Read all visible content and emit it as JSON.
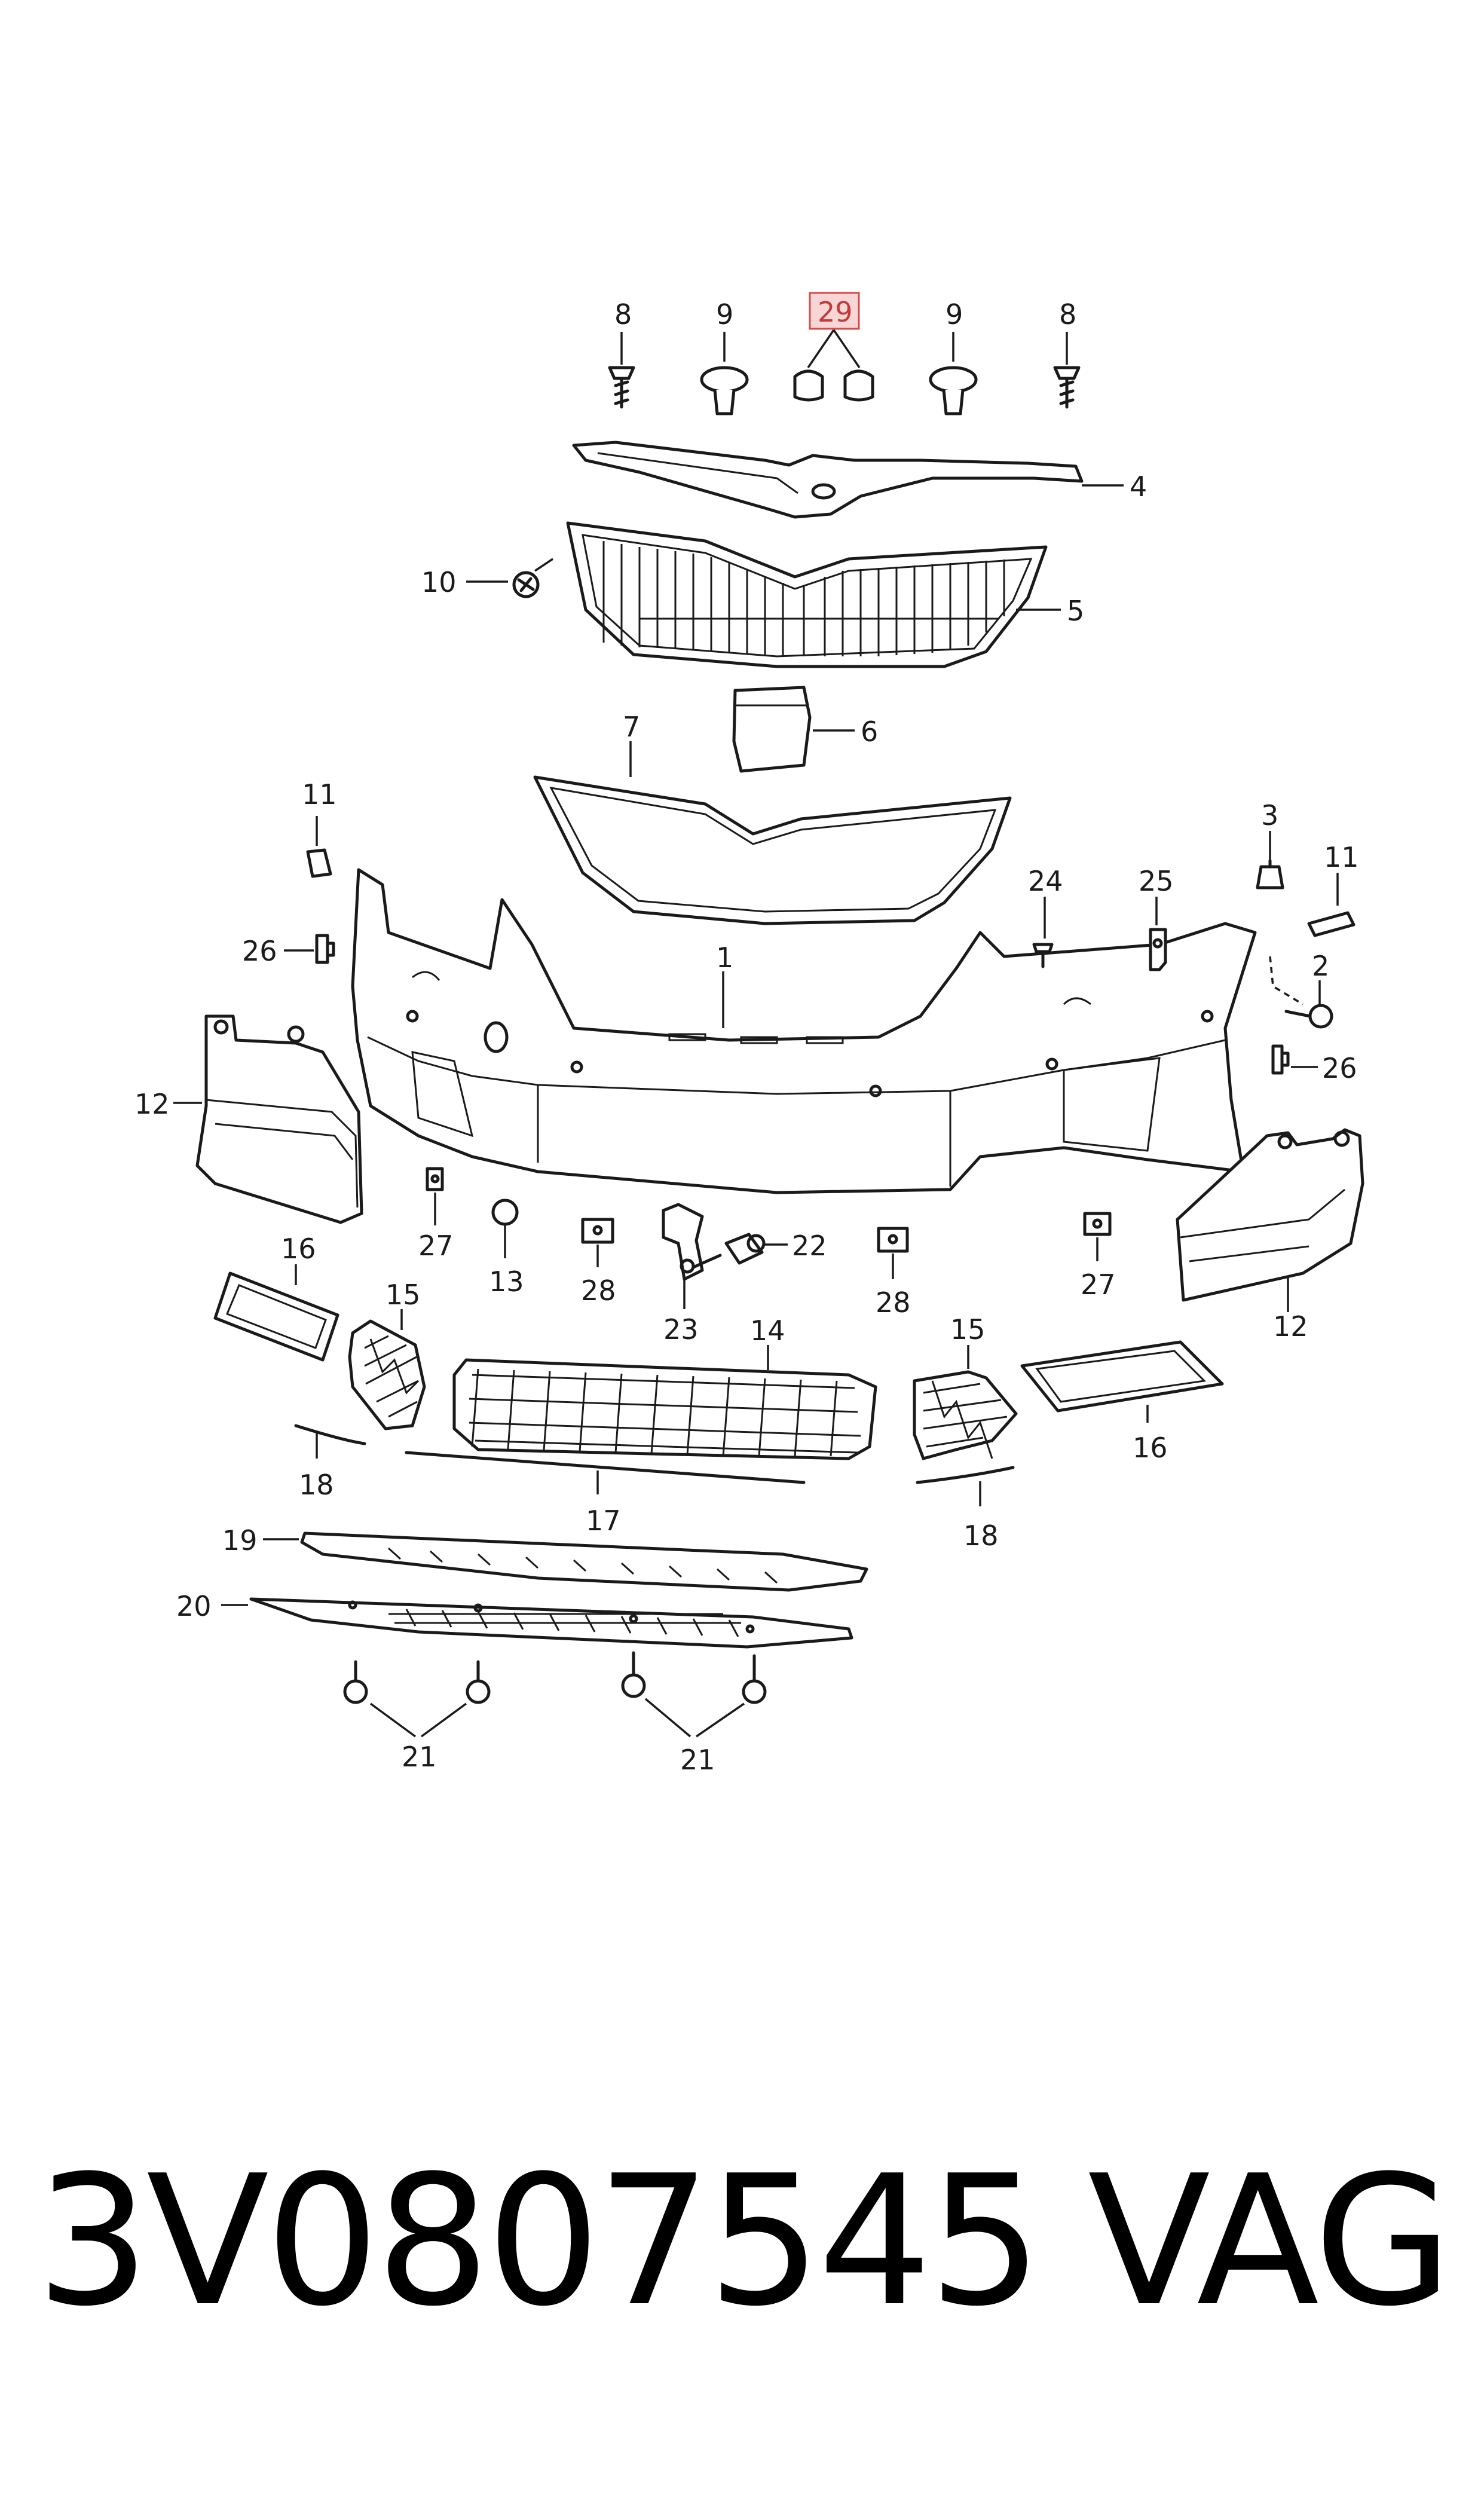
{
  "callouts": {
    "c1": "1",
    "c2": "2",
    "c3": "3",
    "c4": "4",
    "c5": "5",
    "c6": "6",
    "c7": "7",
    "c8a": "8",
    "c8b": "8",
    "c9a": "9",
    "c9b": "9",
    "c10": "10",
    "c11a": "11",
    "c11b": "11",
    "c12a": "12",
    "c12b": "12",
    "c13": "13",
    "c14": "14",
    "c15a": "15",
    "c15b": "15",
    "c16a": "16",
    "c16b": "16",
    "c17": "17",
    "c18a": "18",
    "c18b": "18",
    "c19": "19",
    "c20": "20",
    "c21a": "21",
    "c21b": "21",
    "c22": "22",
    "c23": "23",
    "c24": "24",
    "c25": "25",
    "c26a": "26",
    "c26b": "26",
    "c27a": "27",
    "c27b": "27",
    "c28a": "28",
    "c28b": "28",
    "c29": "29"
  },
  "highlighted_callout": "29",
  "highlight_color": "#d64a4a",
  "part_number": "3V0807545",
  "brand": "VAG"
}
